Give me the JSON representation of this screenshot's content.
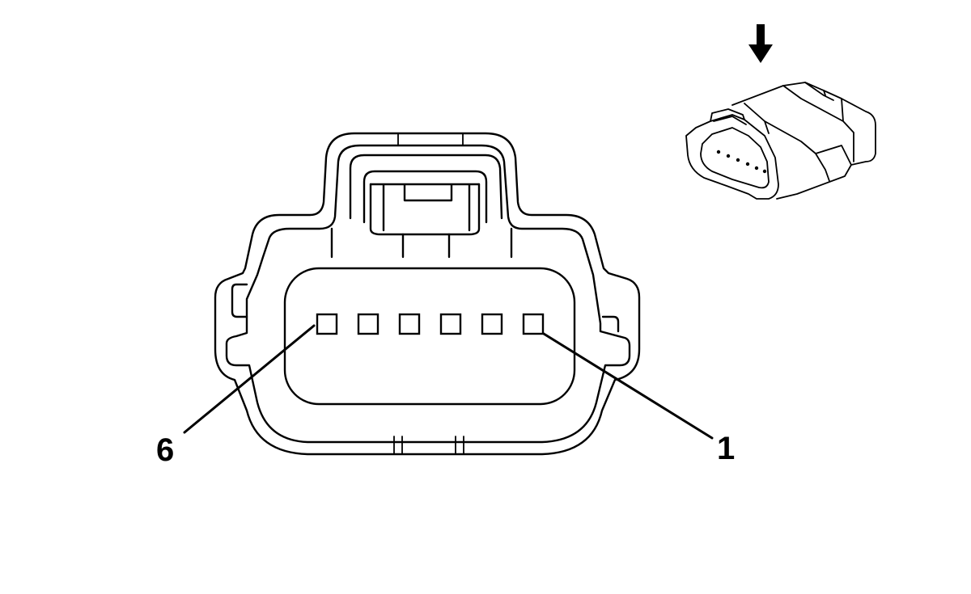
{
  "pin_count": 6,
  "labels": {
    "pin_first": "1",
    "pin_last": "6"
  },
  "icons": {
    "view_direction": "arrow-down-icon"
  },
  "colors": {
    "line": "#000000",
    "background": "#ffffff"
  }
}
